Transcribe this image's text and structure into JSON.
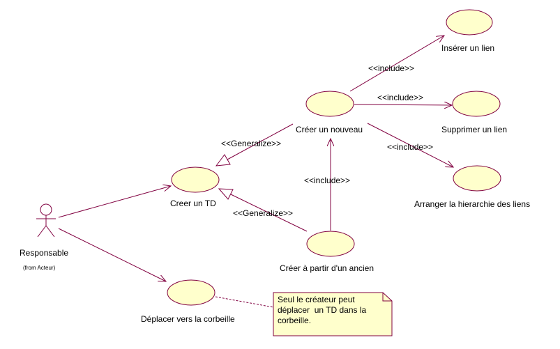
{
  "colors": {
    "usecase_fill": "#ffffcc",
    "line": "#800040",
    "note_fill": "#ffffcc",
    "note_border": "#800040"
  },
  "actor": {
    "name": "Responsable",
    "package": "(from Acteur)",
    "icon": "stick-figure-icon"
  },
  "use_cases": {
    "inserer_lien": "Insérer un lien",
    "creer_nouveau": "Créer un nouveau",
    "supprimer_lien": "Supprimer un lien",
    "creer_td": "Creer un TD",
    "arranger": "Arranger la hierarchie des liens",
    "creer_ancien": "Créer à partir d'un ancien",
    "deplacer": "Déplacer vers la corbeille"
  },
  "relations": {
    "include_inserer": "<<include>>",
    "include_supprimer": "<<include>>",
    "include_arranger": "<<include>>",
    "include_ancien": "<<include>>",
    "generalize_nouveau": "<<Generalize>>",
    "generalize_ancien": "<<Generalize>>"
  },
  "note": {
    "line1": "Seul le créateur peut",
    "line2": "déplacer  un TD dans la",
    "line3": "corbeille."
  }
}
